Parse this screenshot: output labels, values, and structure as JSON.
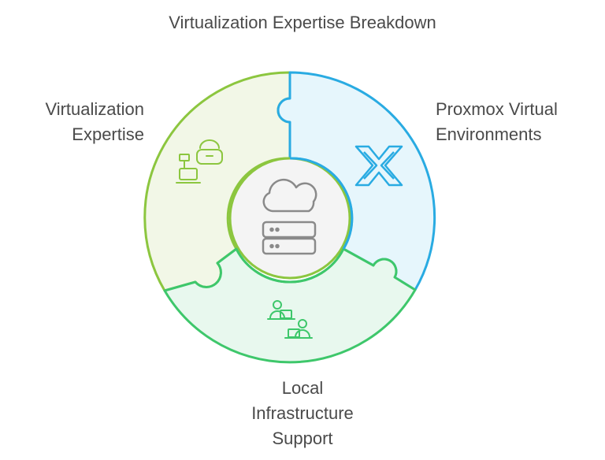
{
  "title": "Virtualization Expertise Breakdown",
  "segments": [
    {
      "id": "virtualization",
      "lines": [
        "Virtualization",
        "Expertise"
      ],
      "color": "#8cc63f",
      "fill": "#f2f7e7",
      "icon": "vr-headset-laptop-icon"
    },
    {
      "id": "proxmox",
      "lines": [
        "Proxmox Virtual",
        "Environments"
      ],
      "color": "#29abe2",
      "fill": "#e6f6fc",
      "icon": "proxmox-x-icon"
    },
    {
      "id": "local",
      "lines": [
        "Local",
        "Infrastructure",
        "Support"
      ],
      "color": "#3ec76b",
      "fill": "#e8f8ee",
      "icon": "people-laptops-icon"
    }
  ],
  "center": {
    "icon": "cloud-server-icon",
    "color": "#8a8a8a"
  }
}
